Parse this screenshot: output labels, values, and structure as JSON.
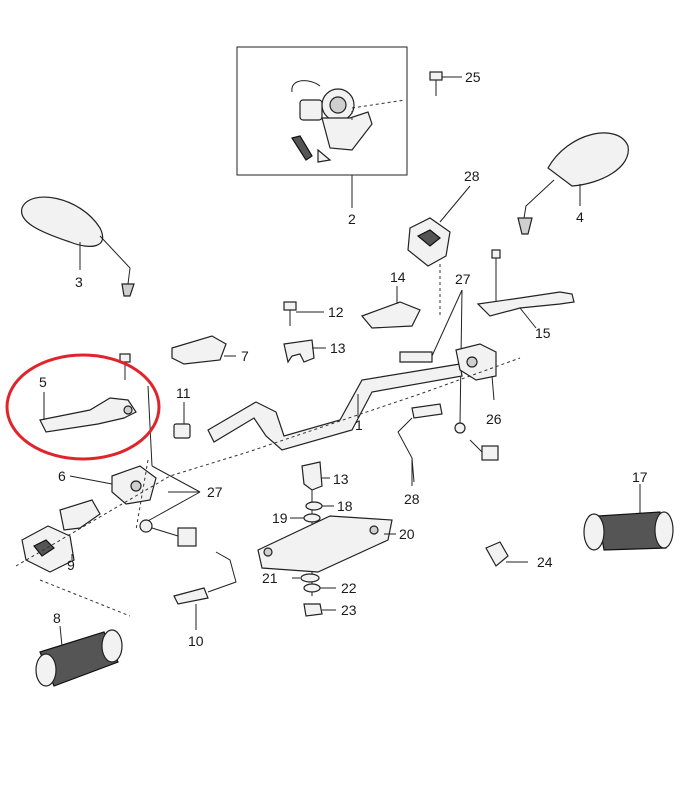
{
  "labels": {
    "p1": "1",
    "p2": "2",
    "p3": "3",
    "p4": "4",
    "p5": "5",
    "p6": "6",
    "p7": "7",
    "p8": "8",
    "p9": "9",
    "p10": "10",
    "p11": "11",
    "p12": "12",
    "p13a": "13",
    "p13b": "13",
    "p14": "14",
    "p15": "15",
    "p17": "17",
    "p18": "18",
    "p19": "19",
    "p20": "20",
    "p21": "21",
    "p22": "22",
    "p23": "23",
    "p24": "24",
    "p25": "25",
    "p26": "26",
    "p27a": "27",
    "p27b": "27",
    "p28a": "28",
    "p28b": "28"
  },
  "highlight": {
    "color": "#e0242c",
    "target": "5"
  },
  "colors": {
    "line": "#222222",
    "part_fill": "#f2f2f2",
    "grip": "#555555"
  }
}
